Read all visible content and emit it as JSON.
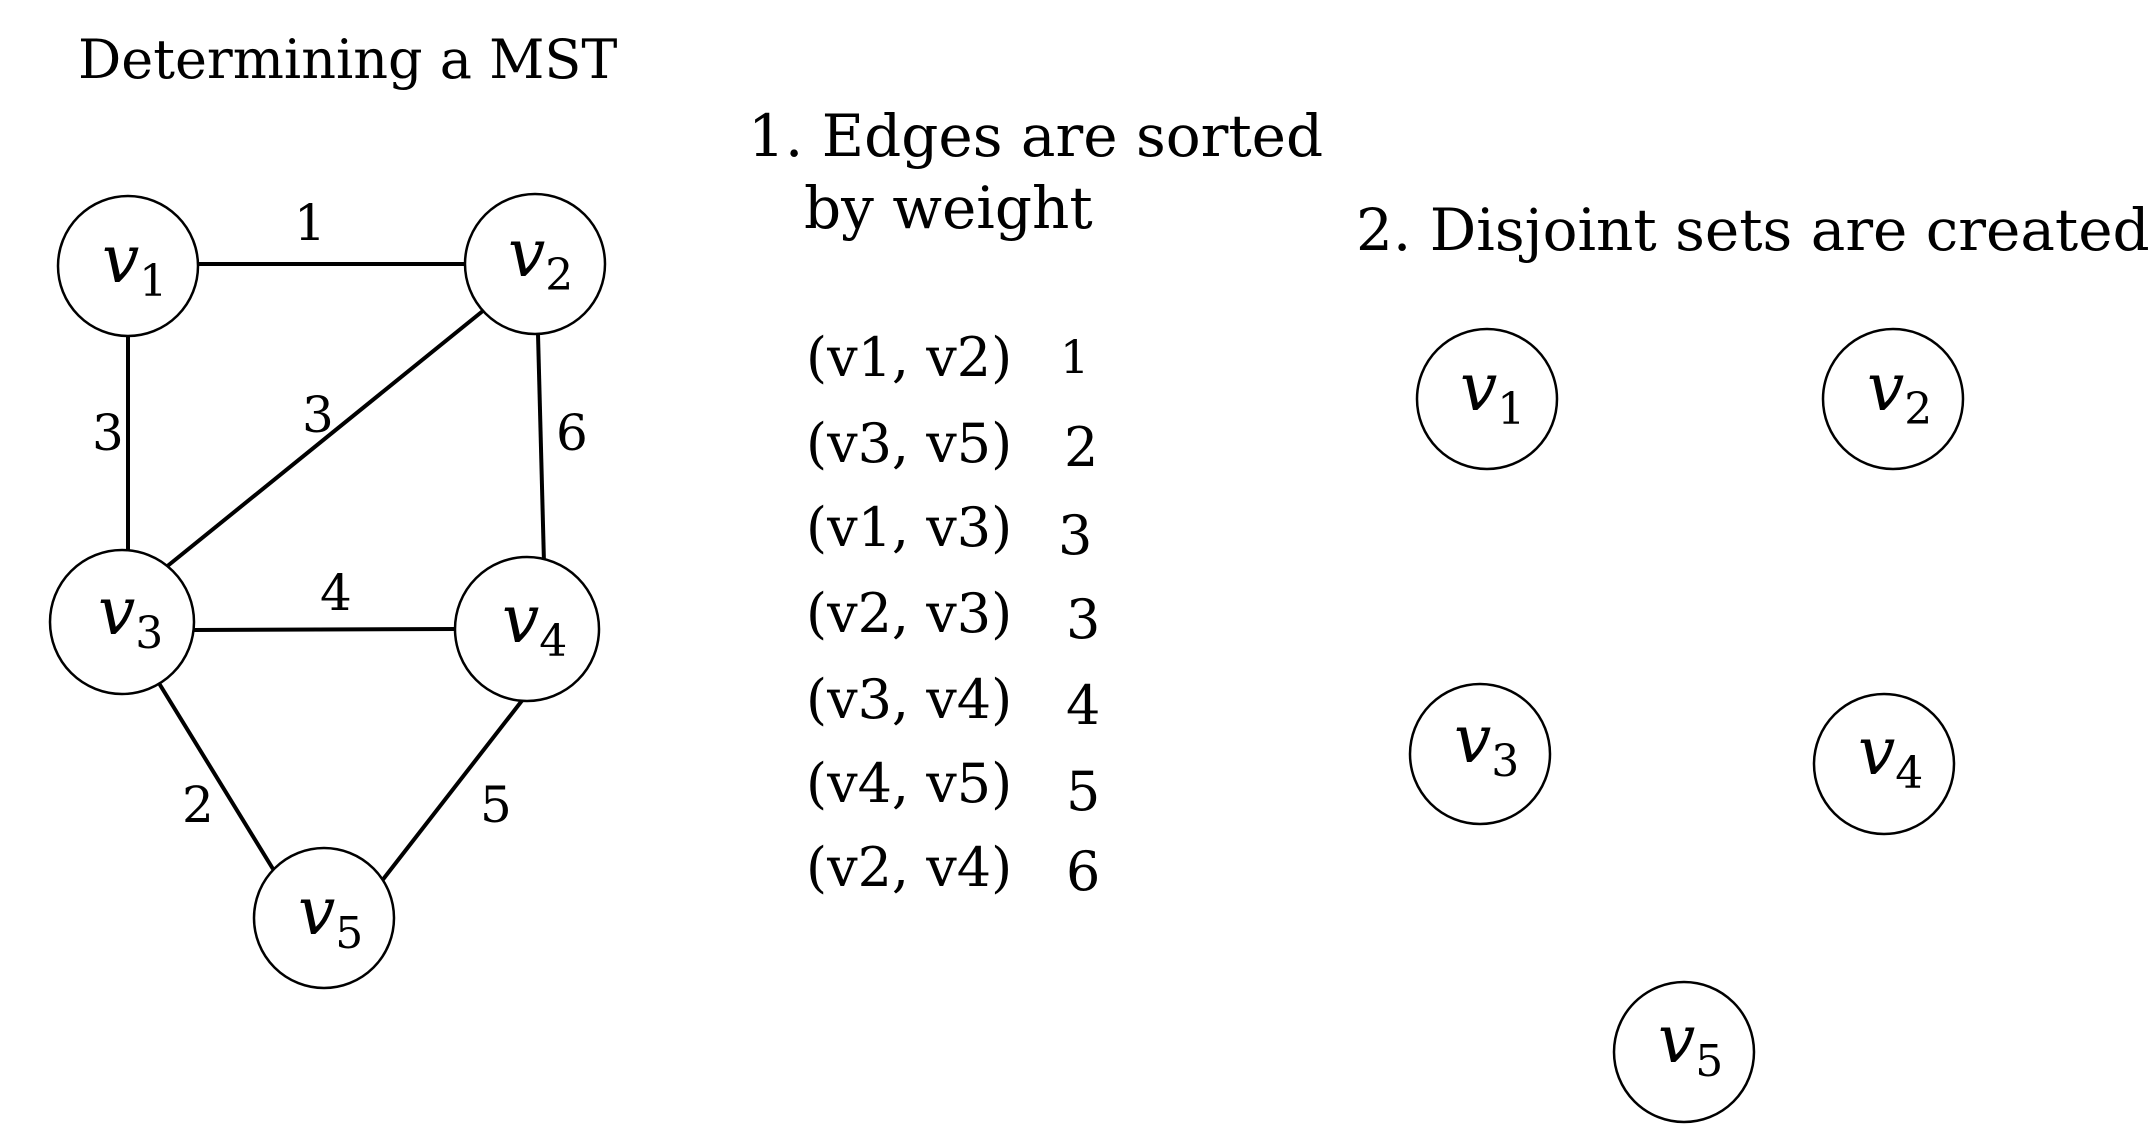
{
  "title": "Determining a MST",
  "step1": {
    "line1": "1. Edges are sorted",
    "line2": "by weight"
  },
  "step2": "2. Disjoint sets are created",
  "graph": {
    "nodes": [
      {
        "letter": "v",
        "sub": "1"
      },
      {
        "letter": "v",
        "sub": "2"
      },
      {
        "letter": "v",
        "sub": "3"
      },
      {
        "letter": "v",
        "sub": "4"
      },
      {
        "letter": "v",
        "sub": "5"
      }
    ],
    "edges": [
      {
        "from": "v1",
        "to": "v2",
        "weight": "1"
      },
      {
        "from": "v1",
        "to": "v3",
        "weight": "3"
      },
      {
        "from": "v2",
        "to": "v3",
        "weight": "3"
      },
      {
        "from": "v2",
        "to": "v4",
        "weight": "6"
      },
      {
        "from": "v3",
        "to": "v4",
        "weight": "4"
      },
      {
        "from": "v3",
        "to": "v5",
        "weight": "2"
      },
      {
        "from": "v4",
        "to": "v5",
        "weight": "5"
      }
    ]
  },
  "sorted_edges": [
    {
      "pair": "(v1, v2)",
      "weight": "1"
    },
    {
      "pair": "(v3, v5)",
      "weight": "2"
    },
    {
      "pair": "(v1, v3)",
      "weight": "3"
    },
    {
      "pair": "(v2, v3)",
      "weight": "3"
    },
    {
      "pair": "(v3, v4)",
      "weight": "4"
    },
    {
      "pair": "(v4, v5)",
      "weight": "5"
    },
    {
      "pair": "(v2, v4)",
      "weight": "6"
    }
  ],
  "disjoint_sets": [
    {
      "letter": "v",
      "sub": "1"
    },
    {
      "letter": "v",
      "sub": "2"
    },
    {
      "letter": "v",
      "sub": "3"
    },
    {
      "letter": "v",
      "sub": "4"
    },
    {
      "letter": "v",
      "sub": "5"
    }
  ]
}
